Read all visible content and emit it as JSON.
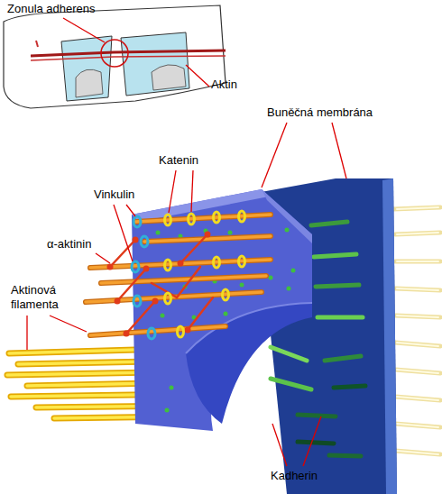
{
  "diagram": {
    "labels": [
      "Zonula adherens",
      "Aktin",
      "Buněčná membrána",
      "Katenin",
      "Vinkulin",
      "α-aktinin",
      "Aktinová filamenta",
      "Kadherin"
    ]
  }
}
